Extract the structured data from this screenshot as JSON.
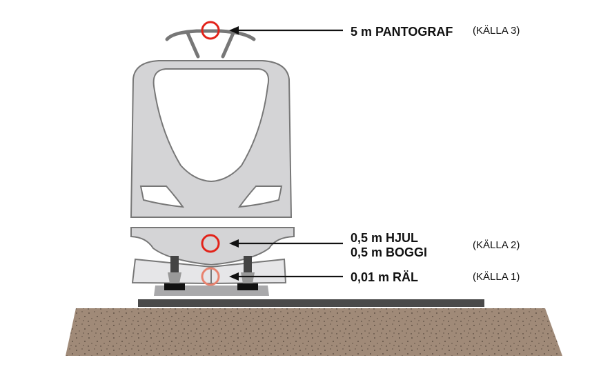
{
  "labels": {
    "pantograph": "5 m PANTOGRAF",
    "wheel": "0,5 m HJUL",
    "bogie": "0,5 m BOGGI",
    "rail": "0,01 m RÄL"
  },
  "sources": {
    "source3": "(KÄLLA 3)",
    "source2": "(KÄLLA 2)",
    "source1": "(KÄLLA 1)"
  },
  "colors": {
    "marker_red": "#e2231a",
    "marker_faded": "#e8836f",
    "train_body": "#d4d4d6",
    "outline": "#777777",
    "ground": "#a08a78",
    "rail_bed": "#4a4a4a"
  }
}
